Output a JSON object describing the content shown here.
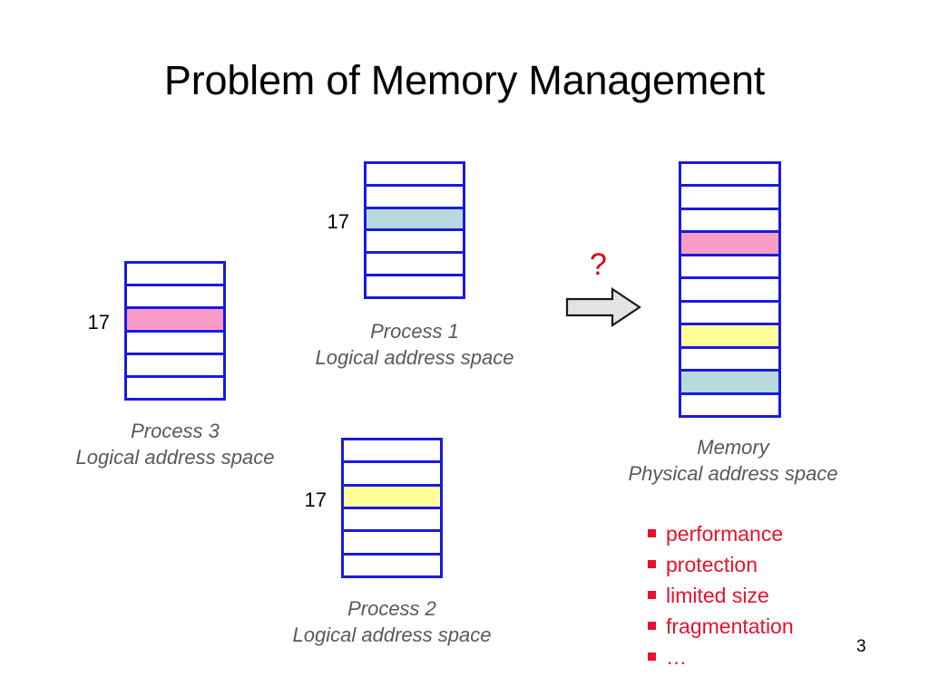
{
  "slide": {
    "title": "Problem of Memory Management",
    "page_number": "3"
  },
  "diagram": {
    "question_mark": "?",
    "arrow_icon": "right-arrow-icon",
    "colors": {
      "border_blue": "#1a1ae0",
      "fill_pink": "#fb9cc6",
      "fill_yellow": "#ffff99",
      "fill_blue": "#b8dade",
      "arrow_gray": "#e0e0e0",
      "bullet_red": "#e8112d",
      "caption_gray": "#595959"
    },
    "blocks": [
      {
        "id": "process-3",
        "caption_line1": "Process 3",
        "caption_line2": "Logical address space",
        "row_label": "17",
        "row_label_index": 2,
        "rows": 6,
        "cells": [
          {
            "fill": "none"
          },
          {
            "fill": "none"
          },
          {
            "fill": "pink"
          },
          {
            "fill": "none"
          },
          {
            "fill": "none"
          },
          {
            "fill": "none"
          }
        ]
      },
      {
        "id": "process-1",
        "caption_line1": "Process 1",
        "caption_line2": "Logical address space",
        "row_label": "17",
        "row_label_index": 2,
        "rows": 6,
        "cells": [
          {
            "fill": "none"
          },
          {
            "fill": "none"
          },
          {
            "fill": "blue"
          },
          {
            "fill": "none"
          },
          {
            "fill": "none"
          },
          {
            "fill": "none"
          }
        ]
      },
      {
        "id": "process-2",
        "caption_line1": "Process 2",
        "caption_line2": "Logical address space",
        "row_label": "17",
        "row_label_index": 2,
        "rows": 6,
        "cells": [
          {
            "fill": "none"
          },
          {
            "fill": "none"
          },
          {
            "fill": "yellow"
          },
          {
            "fill": "none"
          },
          {
            "fill": "none"
          },
          {
            "fill": "none"
          }
        ]
      },
      {
        "id": "memory",
        "caption_line1": "Memory",
        "caption_line2": "Physical address space",
        "row_label": "",
        "row_label_index": -1,
        "rows": 11,
        "cells": [
          {
            "fill": "none"
          },
          {
            "fill": "none"
          },
          {
            "fill": "none"
          },
          {
            "fill": "pink"
          },
          {
            "fill": "none"
          },
          {
            "fill": "none"
          },
          {
            "fill": "none"
          },
          {
            "fill": "yellow"
          },
          {
            "fill": "none"
          },
          {
            "fill": "blue"
          },
          {
            "fill": "none"
          }
        ]
      }
    ]
  },
  "issues": {
    "items": [
      "performance",
      "protection",
      "limited size",
      "fragmentation",
      "…"
    ]
  }
}
